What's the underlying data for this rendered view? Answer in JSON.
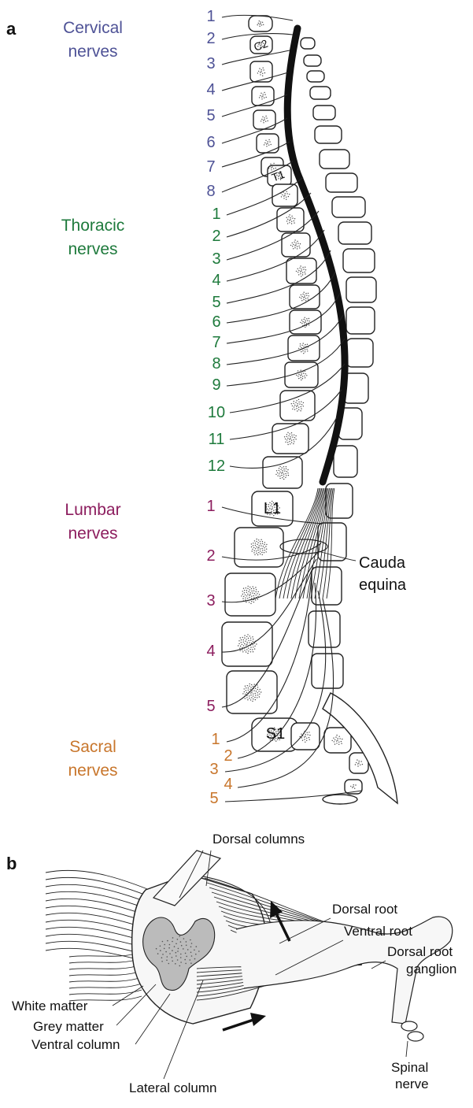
{
  "panel_a": {
    "letter": "a",
    "groups": [
      {
        "line1": "Cervical",
        "line2": "nerves",
        "color": "#4e5296",
        "numbers": [
          "1",
          "2",
          "3",
          "4",
          "5",
          "6",
          "7",
          "8"
        ]
      },
      {
        "line1": "Thoracic",
        "line2": "nerves",
        "color": "#1e7a3c",
        "numbers": [
          "1",
          "2",
          "3",
          "4",
          "5",
          "6",
          "7",
          "8",
          "9",
          "10",
          "11",
          "12"
        ]
      },
      {
        "line1": "Lumbar",
        "line2": "nerves",
        "color": "#8c1d5e",
        "numbers": [
          "1",
          "2",
          "3",
          "4",
          "5"
        ]
      },
      {
        "line1": "Sacral",
        "line2": "nerves",
        "color": "#c8762c",
        "numbers": [
          "1",
          "2",
          "3",
          "4",
          "5"
        ]
      }
    ],
    "vertebra_labels": {
      "c2": "C2",
      "t1": "T1",
      "l1": "L1",
      "s1": "S1"
    },
    "cauda_equina": {
      "line1": "Cauda",
      "line2": "equina"
    }
  },
  "panel_b": {
    "letter": "b",
    "labels": {
      "dorsal_columns": "Dorsal columns",
      "dorsal_root": "Dorsal root",
      "ventral_root": "Ventral root",
      "dorsal_root_ganglion_1": "Dorsal root",
      "dorsal_root_ganglion_2": "ganglion",
      "white_matter": "White matter",
      "grey_matter": "Grey matter",
      "ventral_column": "Ventral column",
      "lateral_column": "Lateral column",
      "spinal_nerve_1": "Spinal",
      "spinal_nerve_2": "nerve"
    }
  }
}
